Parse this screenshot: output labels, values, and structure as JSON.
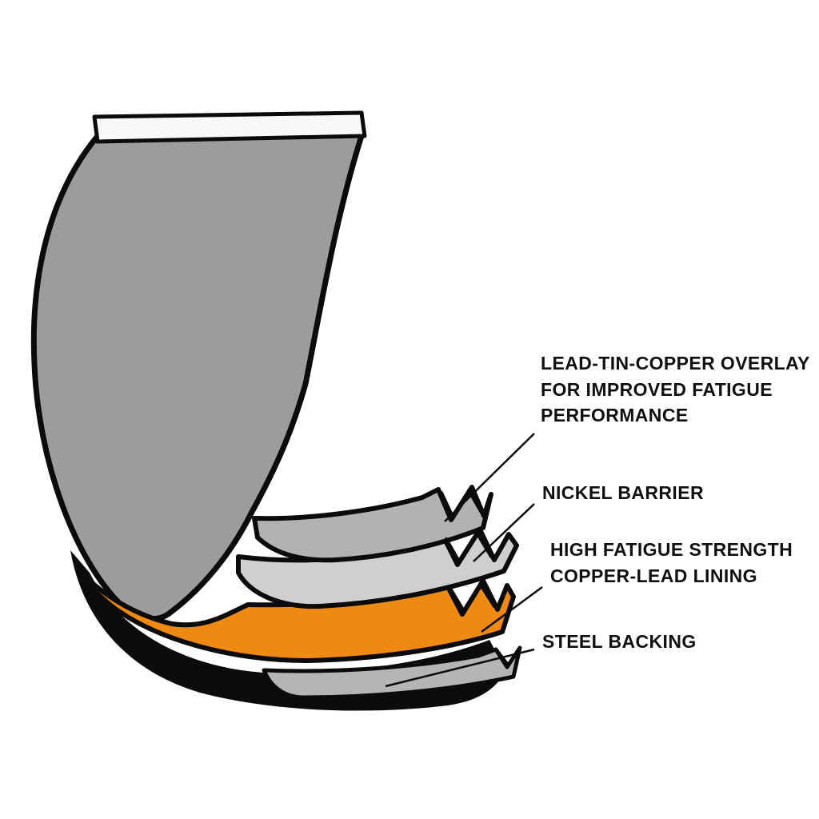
{
  "figure": {
    "type": "diagram",
    "subject": "Engine bearing shell cutaway showing material layers",
    "background": "#ffffff",
    "colors": {
      "shell_gray": "#9c9c9c",
      "overlay_gray": "#b2b2b2",
      "nickel_gray": "#cfcfcf",
      "copper_lead_orange": "#ee8a12",
      "steel_gray": "#b5b5b5",
      "underside_black": "#0b0b0b",
      "top_edge_white": "#f8f8f8",
      "outline": "#0b0b0b"
    },
    "labels": [
      {
        "id": "overlay",
        "text": "LEAD-TIN-COPPER OVERLAY\nFOR IMPROVED FATIGUE\nPERFORMANCE"
      },
      {
        "id": "nickel",
        "text": "NICKEL BARRIER"
      },
      {
        "id": "copper_lead",
        "text": "HIGH FATIGUE STRENGTH\nCOPPER-LEAD LINING"
      },
      {
        "id": "steel",
        "text": "STEEL BACKING"
      }
    ]
  }
}
